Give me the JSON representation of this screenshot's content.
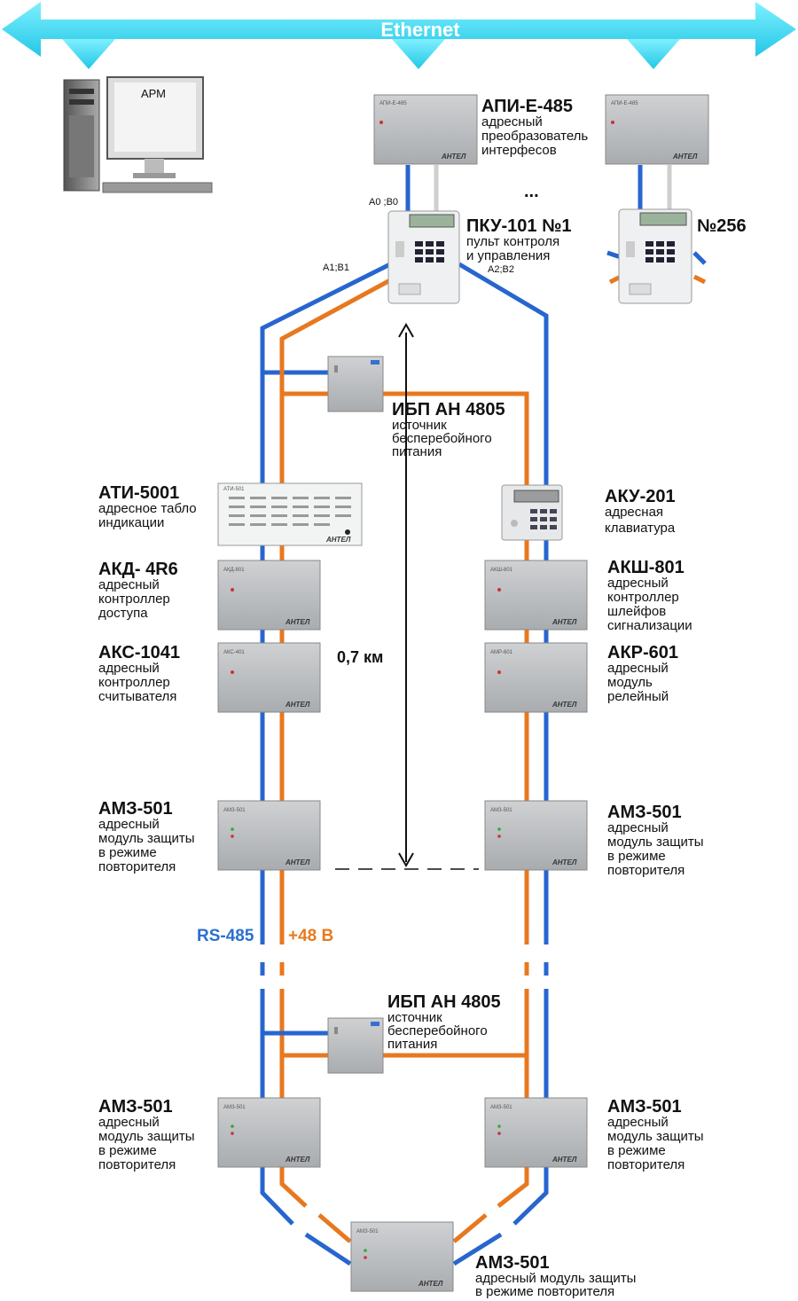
{
  "network": {
    "ethernet_label": "Ethernet"
  },
  "workstation": {
    "label": "АРМ"
  },
  "api_e485": {
    "title": "АПИ-Е-485",
    "desc": [
      "адресный",
      "преобразователь",
      "интерфесов"
    ],
    "box_label": "АПИ-Е-485"
  },
  "ellipsis": "...",
  "pku_port_a0": "A0 ;B0",
  "pku_port_a1": "A1;B1",
  "pku_port_a2": "A2;B2",
  "pku101": {
    "title": "ПКУ-101 №1",
    "desc": [
      "пульт контроля",
      "и управления"
    ]
  },
  "pku256": {
    "title": "№256"
  },
  "ibp1": {
    "title": "ИБП АН 4805",
    "desc": [
      "источник",
      "бесперебойного",
      "питания"
    ]
  },
  "ibp2": {
    "title": "ИБП АН 4805",
    "desc": [
      "источник",
      "бесперебойного",
      "питания"
    ]
  },
  "ati5001": {
    "title": "АТИ-5001",
    "desc": [
      "адресное табло",
      "индикации"
    ],
    "box_label": "АТИ-501"
  },
  "aku201": {
    "title": "АКУ-201",
    "desc": [
      "адресная",
      "клавиатура"
    ]
  },
  "akd4r6": {
    "title": "АКД- 4R6",
    "desc": [
      "адресный",
      "контроллер",
      "доступа"
    ],
    "box_label": "АКД-801"
  },
  "aksh801": {
    "title": "АКШ-801",
    "desc": [
      "адресный",
      "контроллер",
      "шлейфов",
      "сигнализации"
    ],
    "box_label": "АКШ-801"
  },
  "aks1041": {
    "title": "АКС-1041",
    "desc": [
      "адресный",
      "контроллер",
      "считывателя"
    ],
    "box_label": "АКС-401"
  },
  "akr601": {
    "title": "АКР-601",
    "desc": [
      "адресный",
      "модуль",
      "релейный"
    ],
    "box_label": "АМР-601"
  },
  "distance": "0,7 км",
  "amz_left1": {
    "title": "АМЗ-501",
    "desc": [
      "адресный",
      "модуль защиты",
      "в режиме",
      "повторителя"
    ],
    "box_label": "АМЗ-501"
  },
  "amz_right1": {
    "title": "АМЗ-501",
    "desc": [
      "адресный",
      "модуль защиты",
      "в режиме",
      "повторителя"
    ],
    "box_label": "АМЗ-501"
  },
  "amz_left2": {
    "title": "АМЗ-501",
    "desc": [
      "адресный",
      "модуль защиты",
      "в режиме",
      "повторителя"
    ],
    "box_label": "АМЗ-501"
  },
  "amz_right2": {
    "title": "АМЗ-501",
    "desc": [
      "адресный",
      "модуль защиты",
      "в режиме",
      "повторителя"
    ],
    "box_label": "АМЗ-501"
  },
  "amz_bottom": {
    "title": "АМЗ-501",
    "desc": [
      "адресный модуль защиты",
      "в режиме повторителя"
    ],
    "box_label": "АМЗ-501"
  },
  "bus": {
    "rs485": "RS-485",
    "power": "+48 В"
  },
  "brand": "АНТЕЛ",
  "colors": {
    "rs485": "#2766cf",
    "power": "#e8781f",
    "ethernet": "#33d6ee"
  }
}
